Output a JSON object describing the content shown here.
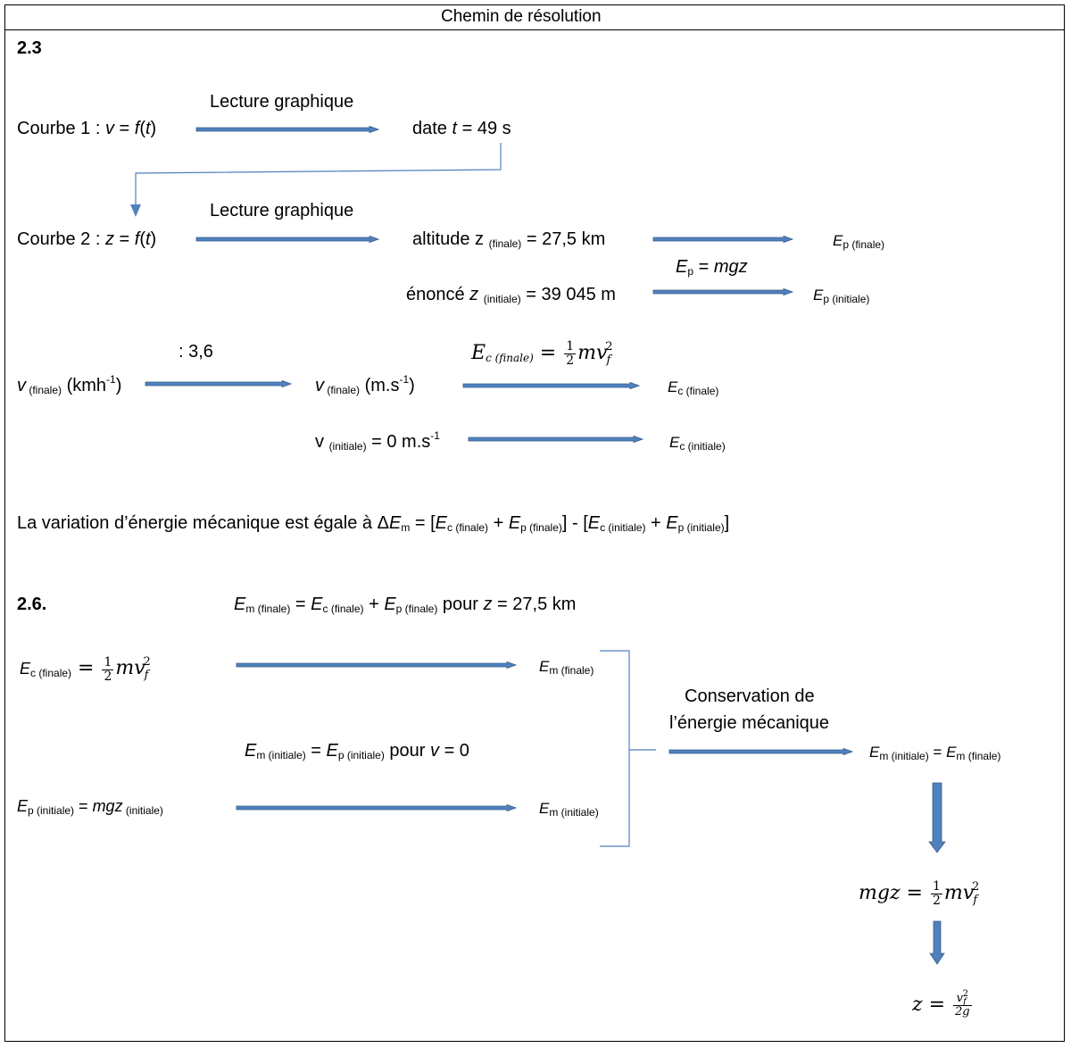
{
  "header": {
    "title": "Chemin de résolution"
  },
  "s23": {
    "label": "2.3",
    "lecture1": "Lecture graphique",
    "lecture2": "Lecture graphique",
    "courbe1_a": "Courbe 1 : ",
    "courbe1_b": "v",
    "courbe1_c": " = ",
    "courbe1_d": "f",
    "courbe1_e": "(",
    "courbe1_f": "t",
    "courbe1_g": ")",
    "date_a": "date ",
    "date_b": "t",
    "date_c": " = 49 s",
    "courbe2_a": "Courbe 2 : ",
    "courbe2_b": "z",
    "courbe2_c": " = ",
    "courbe2_d": "f",
    "courbe2_e": "(",
    "courbe2_f": "t",
    "courbe2_g": ")",
    "alt_a": "altitude z ",
    "alt_sub": "(finale)",
    "alt_c": " = 27,5 km",
    "ep_fin_a": "E",
    "ep_fin_sub": "p (finale)",
    "ep_formula_a": "E",
    "ep_formula_sub": "p",
    "ep_formula_c": " = ",
    "ep_formula_d": "mgz",
    "enonce_a": "énoncé ",
    "enonce_b": "z ",
    "enonce_sub": "(initiale)",
    "enonce_c": " = 39 045 m",
    "ep_ini_a": "E",
    "ep_ini_sub": "p (initiale)",
    "div36": ": 3,6",
    "vkmh_a": "v",
    "vkmh_sub": " (finale)",
    "vkmh_c": " (kmh",
    "vkmh_sup": "-1",
    "vkmh_d": ")",
    "vms_a": "v",
    "vms_sub": " (finale)",
    "vms_c": "  (m.s",
    "vms_sup": "-1",
    "vms_d": ")",
    "ec_formula_a": "E",
    "ec_formula_sub": "c (finale)",
    "ec_formula_eq": " = ",
    "ec_formula_num": "1",
    "ec_formula_den": "2",
    "ec_formula_end": "mv",
    "ec_formula_f": "f",
    "ec_formula_2": "2",
    "ec_fin_a": "E",
    "ec_fin_sub": "c (finale)",
    "vini_a": "v ",
    "vini_sub": "(initiale)",
    "vini_c": " = 0 m.s",
    "vini_sup": "-1",
    "ec_ini_a": "E",
    "ec_ini_sub": "c (initiale)",
    "variation": {
      "a": "La variation d’énergie mécanique est égale à Δ",
      "b": "E",
      "b_sub": "m",
      "c": " = [",
      "d": "E",
      "d_sub": "c (finale)",
      "e": " + ",
      "f": "E",
      "f_sub": "p (finale)",
      "g": "] -  [",
      "h": "E",
      "h_sub": "c (initiale)",
      "i": " + ",
      "j": "E",
      "j_sub": "p (initiale)",
      "k": "]"
    }
  },
  "s26": {
    "label": "2.6.",
    "em_fin_def": {
      "a": "E",
      "a_sub": "m (finale)",
      "b": " = ",
      "c": "E",
      "c_sub": "c (finale)",
      "d": " + ",
      "e": "E",
      "e_sub": "p (finale)",
      "f": " pour ",
      "g": "z",
      "h": " = 27,5 km"
    },
    "ec_left": {
      "a": "E",
      "a_sub": "c (finale)",
      "eq": " = ",
      "num": "1",
      "den": "2",
      "end": "mv",
      "f": "f",
      "two": "2"
    },
    "em_fin": {
      "a": "E",
      "a_sub": "m (finale)"
    },
    "conservation_1": "Conservation de",
    "conservation_2": "l’énergie mécanique",
    "em_ini_def": {
      "a": "E",
      "a_sub": "m (initiale)",
      "b": " = ",
      "c": "E",
      "c_sub": "p (initiale)",
      "d": " pour ",
      "e": "v",
      "f": " = 0"
    },
    "em_eq": {
      "a": "E",
      "a_sub": "m (initiale)",
      "b": " = ",
      "c": "E",
      "c_sub": "m (finale)"
    },
    "ep_left": {
      "a": "E",
      "a_sub": "p (initiale)",
      "b": " = ",
      "c": "mgz",
      "c_sub": " (initiale)"
    },
    "em_ini": {
      "a": "E",
      "a_sub": "m (initiale)"
    },
    "mgz_eq": {
      "a": "mgz",
      "eq": " = ",
      "num": "1",
      "den": "2",
      "end": "mv",
      "f": "f",
      "two": "2"
    },
    "z_eq": {
      "a": "z",
      "eq": " = ",
      "num_v": "v",
      "num_f": "f",
      "num_2": "2",
      "den": "2g"
    }
  },
  "colors": {
    "arrow_fill": "#4f81bd",
    "arrow_stroke": "#385d8a",
    "bracket": "#4f81bd"
  }
}
